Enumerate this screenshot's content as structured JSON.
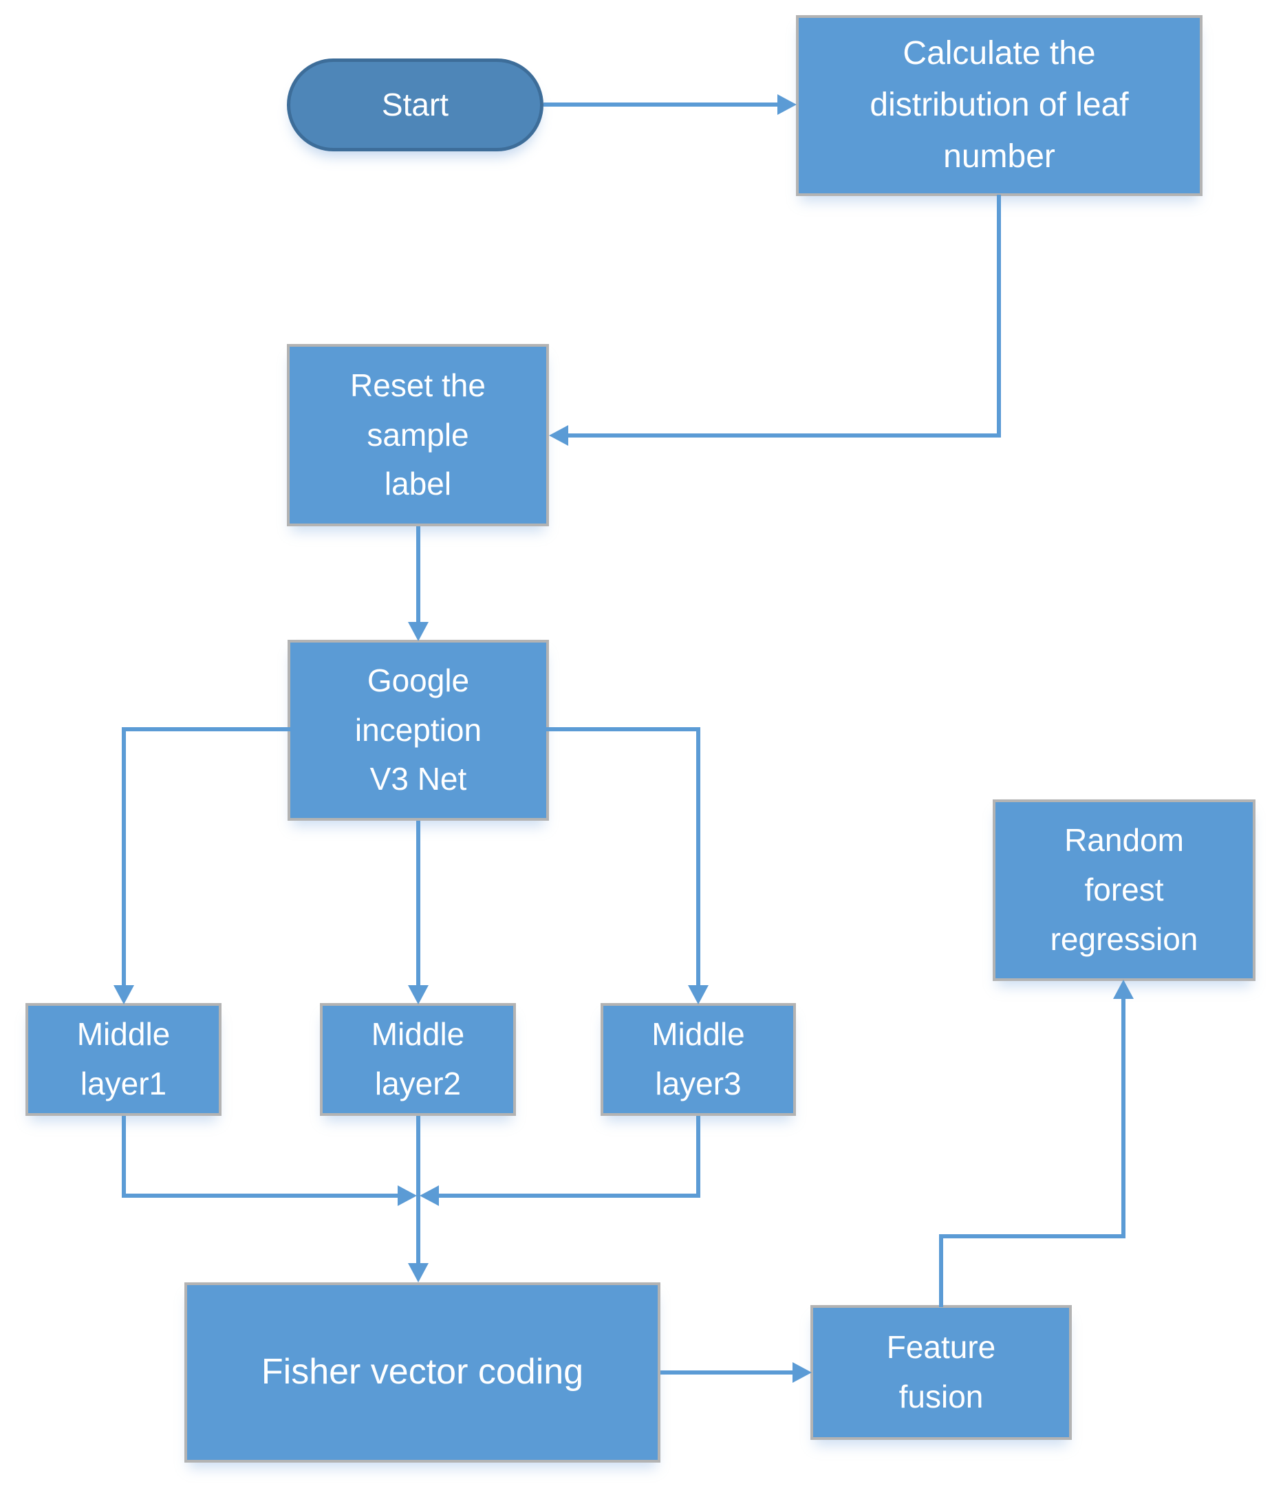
{
  "flowchart": {
    "nodes": {
      "start": {
        "label": "Start",
        "shape": "terminator"
      },
      "calculate": {
        "label": "Calculate the\ndistribution of leaf\nnumber",
        "shape": "process"
      },
      "reset": {
        "label": "Reset the\nsample\nlabel",
        "shape": "process"
      },
      "google_inception": {
        "label": "Google\ninception\nV3 Net",
        "shape": "process"
      },
      "middle_layer1": {
        "label": "Middle\nlayer1",
        "shape": "process"
      },
      "middle_layer2": {
        "label": "Middle\nlayer2",
        "shape": "process"
      },
      "middle_layer3": {
        "label": "Middle\nlayer3",
        "shape": "process"
      },
      "random_forest": {
        "label": "Random\nforest\nregression",
        "shape": "process"
      },
      "fisher": {
        "label": "Fisher vector coding",
        "shape": "process"
      },
      "feature_fusion": {
        "label": "Feature\nfusion",
        "shape": "process"
      }
    },
    "edges": [
      {
        "from": "start",
        "to": "calculate"
      },
      {
        "from": "calculate",
        "to": "reset"
      },
      {
        "from": "reset",
        "to": "google_inception"
      },
      {
        "from": "google_inception",
        "to": "middle_layer1"
      },
      {
        "from": "google_inception",
        "to": "middle_layer2"
      },
      {
        "from": "google_inception",
        "to": "middle_layer3"
      },
      {
        "from": "middle_layer1",
        "to": "fisher"
      },
      {
        "from": "middle_layer2",
        "to": "fisher"
      },
      {
        "from": "middle_layer3",
        "to": "fisher"
      },
      {
        "from": "fisher",
        "to": "feature_fusion"
      },
      {
        "from": "feature_fusion",
        "to": "random_forest"
      }
    ],
    "colors": {
      "node_fill": "#5b9bd5",
      "node_border": "#b3b3b3",
      "terminator_fill": "#4e86b8",
      "terminator_border": "#3d6d99",
      "connector": "#5b9bd5",
      "text": "#ffffff"
    }
  }
}
